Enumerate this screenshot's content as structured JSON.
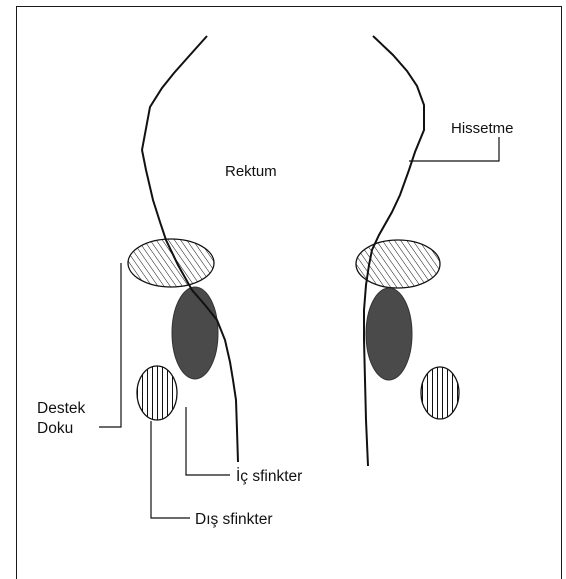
{
  "labels": {
    "rektum": "Rektum",
    "hissetme": "Hissetme",
    "destek_line1": "Destek",
    "destek_line2": "Doku",
    "ic_sfinkter": "İç sfinkter",
    "dis_sfinkter": "Dış sfinkter"
  },
  "colors": {
    "outline": "#111111",
    "internal_sphincter_fill": "#4a4a4a",
    "background": "#ffffff"
  },
  "icons": {
    "support_tissue": "diagonal-hatched-ellipse",
    "internal_sphincter": "dark-filled-ellipse",
    "external_sphincter": "vertical-striped-ellipse"
  }
}
